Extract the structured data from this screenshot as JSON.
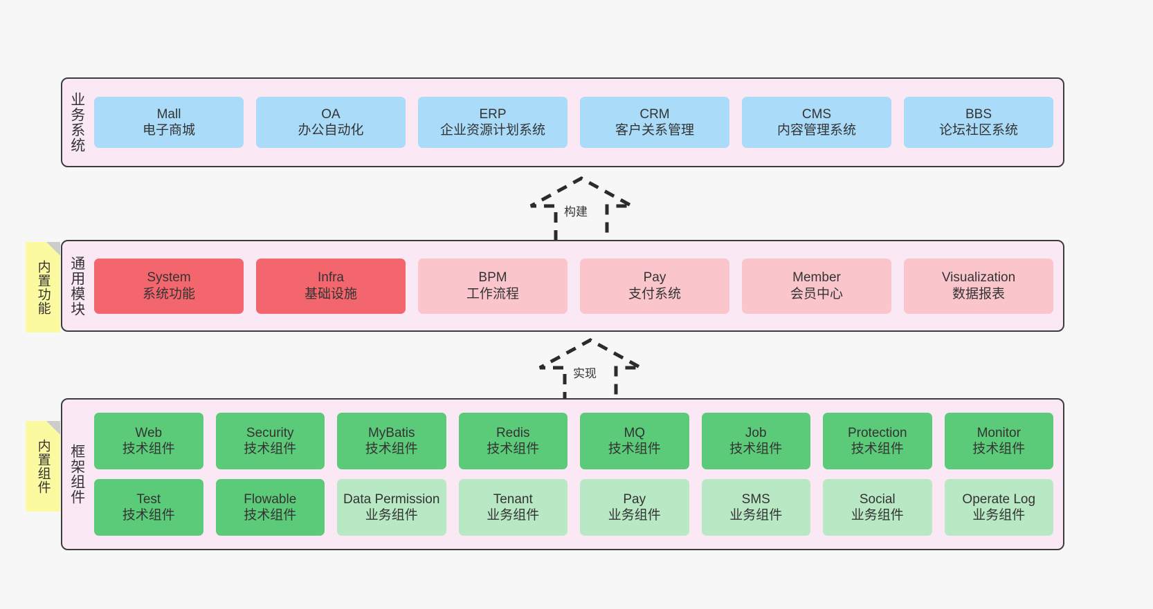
{
  "layers": [
    {
      "name": "business-system",
      "label": "业务系统",
      "rows": [
        {
          "boxes": [
            {
              "title": "Mall",
              "sub": "电子商城",
              "color": "blue"
            },
            {
              "title": "OA",
              "sub": "办公自动化",
              "color": "blue"
            },
            {
              "title": "ERP",
              "sub": "企业资源计划系统",
              "color": "blue"
            },
            {
              "title": "CRM",
              "sub": "客户关系管理",
              "color": "blue"
            },
            {
              "title": "CMS",
              "sub": "内容管理系统",
              "color": "blue"
            },
            {
              "title": "BBS",
              "sub": "论坛社区系统",
              "color": "blue"
            }
          ]
        }
      ]
    },
    {
      "name": "common-module",
      "label": "通用模块",
      "note": "内置功能",
      "rows": [
        {
          "boxes": [
            {
              "title": "System",
              "sub": "系统功能",
              "color": "red"
            },
            {
              "title": "Infra",
              "sub": "基础设施",
              "color": "red"
            },
            {
              "title": "BPM",
              "sub": "工作流程",
              "color": "pink"
            },
            {
              "title": "Pay",
              "sub": "支付系统",
              "color": "pink"
            },
            {
              "title": "Member",
              "sub": "会员中心",
              "color": "pink"
            },
            {
              "title": "Visualization",
              "sub": "数据报表",
              "color": "pink"
            }
          ]
        }
      ]
    },
    {
      "name": "framework-component",
      "label": "框架组件",
      "note": "内置组件",
      "rows": [
        {
          "boxes": [
            {
              "title": "Web",
              "sub": "技术组件",
              "color": "green-dark"
            },
            {
              "title": "Security",
              "sub": "技术组件",
              "color": "green-dark"
            },
            {
              "title": "MyBatis",
              "sub": "技术组件",
              "color": "green-dark"
            },
            {
              "title": "Redis",
              "sub": "技术组件",
              "color": "green-dark"
            },
            {
              "title": "MQ",
              "sub": "技术组件",
              "color": "green-dark"
            },
            {
              "title": "Job",
              "sub": "技术组件",
              "color": "green-dark"
            },
            {
              "title": "Protection",
              "sub": "技术组件",
              "color": "green-dark"
            },
            {
              "title": "Monitor",
              "sub": "技术组件",
              "color": "green-dark"
            }
          ]
        },
        {
          "boxes": [
            {
              "title": "Test",
              "sub": "技术组件",
              "color": "green-dark"
            },
            {
              "title": "Flowable",
              "sub": "技术组件",
              "color": "green-dark"
            },
            {
              "title": "Data Permission",
              "sub": "业务组件",
              "color": "green-light"
            },
            {
              "title": "Tenant",
              "sub": "业务组件",
              "color": "green-light"
            },
            {
              "title": "Pay",
              "sub": "业务组件",
              "color": "green-light"
            },
            {
              "title": "SMS",
              "sub": "业务组件",
              "color": "green-light"
            },
            {
              "title": "Social",
              "sub": "业务组件",
              "color": "green-light"
            },
            {
              "title": "Operate Log",
              "sub": "业务组件",
              "color": "green-light"
            }
          ]
        }
      ]
    }
  ],
  "arrows": [
    {
      "name": "build-arrow",
      "label": "构建"
    },
    {
      "name": "implement-arrow",
      "label": "实现"
    }
  ],
  "colors": {
    "panel_bg": "#fae9f4",
    "panel_border": "#3c3c3c",
    "blue": "#aadcfa",
    "red": "#f4666e",
    "pink": "#fac6cc",
    "green_dark": "#5ccb79",
    "green_light": "#b8e8c4",
    "note_bg": "#fcfaa0",
    "note_fold": "#cccccc",
    "canvas_bg": "#f7f7f7",
    "text": "#333333"
  }
}
